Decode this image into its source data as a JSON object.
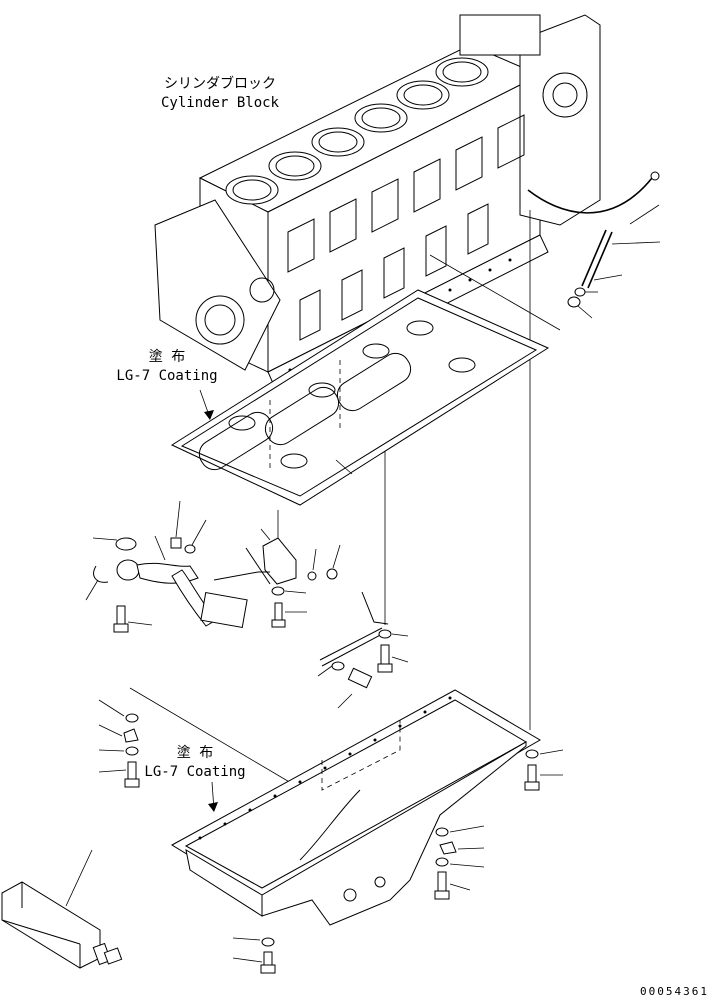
{
  "labels": {
    "cylinder_block_jp": "シリンダブロック",
    "cylinder_block_en": "Cylinder Block",
    "coating_jp_1": "塗 布",
    "coating_en_1": "LG-7 Coating",
    "coating_jp_2": "塗 布",
    "coating_en_2": "LG-7 Coating"
  },
  "document_id": "00054361"
}
